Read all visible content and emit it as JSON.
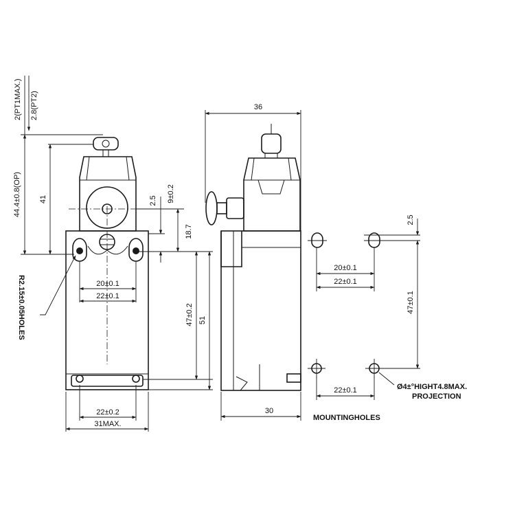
{
  "front": {
    "dim_2pt1max": "2(PT1MAX.)",
    "dim_28pt2": "2.8(PT2)",
    "dim_op": "44.4±0.8(OP)",
    "dim_41": "41",
    "dim_25": "2.5",
    "dim_9": "9±0.2",
    "dim_187": "18.7",
    "dim_47": "47±0.2",
    "dim_51": "51",
    "dim_20": "20±0.1",
    "dim_22a": "22±0.1",
    "dim_22b": "22±0.2",
    "dim_31max": "31MAX.",
    "holes_note": "R2.15±0.05HOLES"
  },
  "side": {
    "dim_36": "36",
    "dim_30": "30"
  },
  "mounting": {
    "dim_25": "2.5",
    "dim_20": "20±0.1",
    "dim_22a": "22±0.1",
    "dim_47": "47±0.1",
    "dim_22b": "22±0.1",
    "note_line1": "Ø4±°HIGHT4.8MAX.",
    "note_line2": "PROJECTION",
    "title": "MOUNTINGHOLES"
  }
}
